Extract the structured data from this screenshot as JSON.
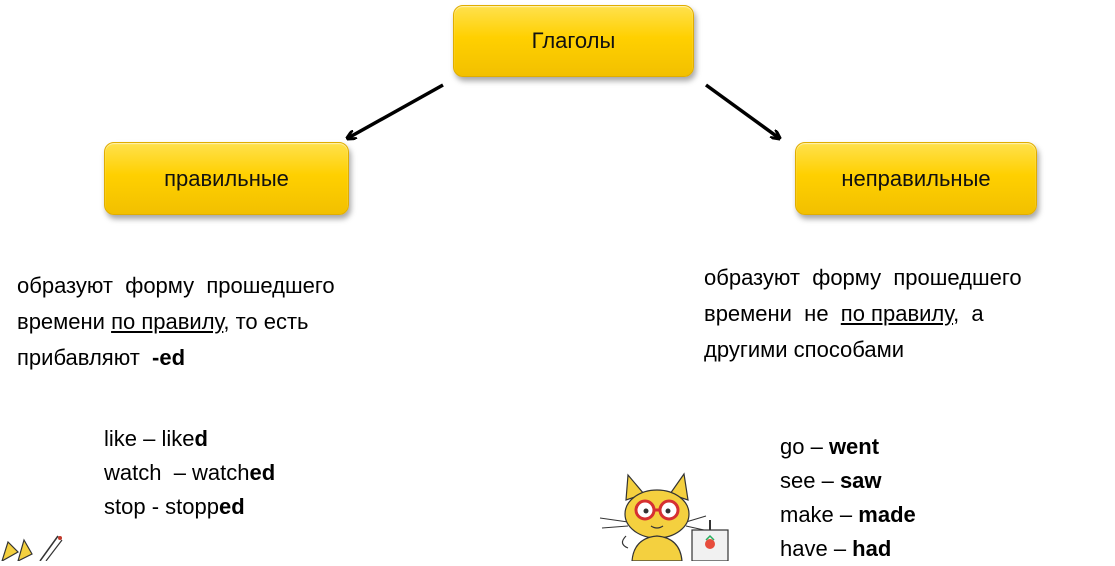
{
  "root": {
    "label": "Глаголы"
  },
  "regular": {
    "label": "правильные",
    "desc": {
      "line1": "образуют  форму  прошедшего",
      "line2_pre": "времени ",
      "line2_u": "по правилу",
      "line2_post": ", то есть",
      "line3_pre": "прибавляют  ",
      "line3_b": "-ed"
    },
    "examples": [
      {
        "base": "like – like",
        "end": "d"
      },
      {
        "base": "watch  – watch",
        "end": "ed"
      },
      {
        "base": "stop - stopp",
        "end": "ed"
      }
    ]
  },
  "irregular": {
    "label": "неправильные",
    "desc": {
      "line1": "образуют  форму  прошедшего",
      "line2_pre": "времени  не  ",
      "line2_u": "по правилу",
      "line2_post": ",  а",
      "line3": "другими способами"
    },
    "examples": [
      {
        "base": "go – ",
        "past": "went"
      },
      {
        "base": "see – ",
        "past": "saw"
      },
      {
        "base": "make – ",
        "past": "made"
      },
      {
        "base": "have – ",
        "past": "had"
      }
    ]
  },
  "colors": {
    "box_fill": "#ffd000",
    "box_border": "#e0ad00"
  },
  "icons": {
    "left_cat": "cat-cartoon-icon",
    "right_cat": "cat-with-sign-icon"
  }
}
